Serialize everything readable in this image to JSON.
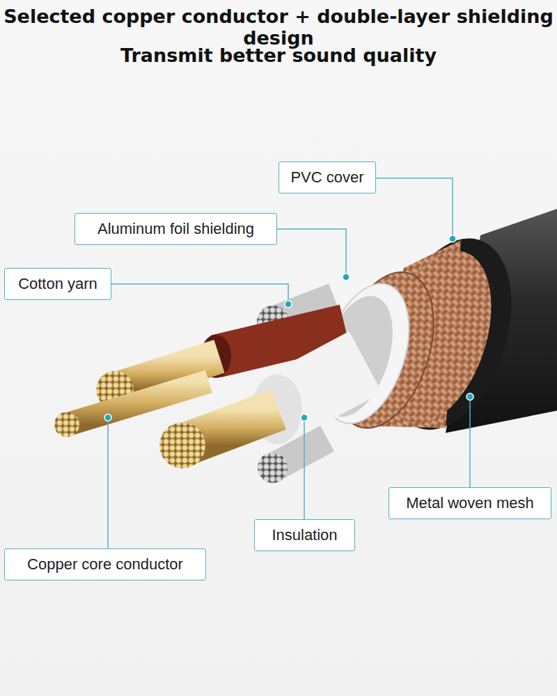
{
  "diagram": {
    "title": "Selected copper conductor + double-layer shielding design",
    "nodes": [
      {
        "text": [
          "PVC cover"
        ]
      },
      {
        "text": [
          "Aluminum foil shielding"
        ]
      },
      {
        "text": [
          "Cotton yarn"
        ]
      },
      {
        "text": [
          "Metal woven mesh"
        ]
      },
      {
        "text": [
          "Insulation"
        ]
      },
      {
        "text": [
          "Copper core conductor"
        ]
      }
    ],
    "labels": [
      "Transmit better sound quality"
    ]
  }
}
